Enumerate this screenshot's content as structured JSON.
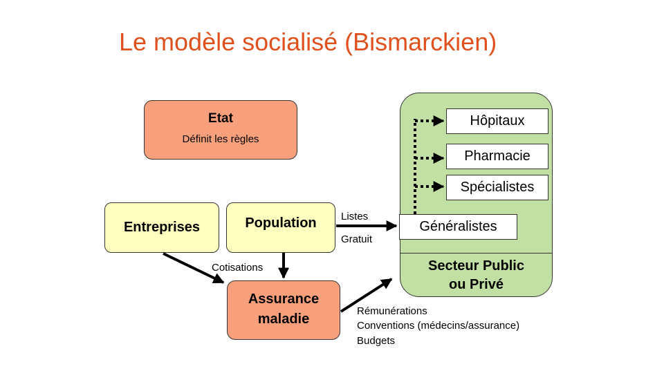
{
  "title": "Le modèle socialisé (Bismarckien)",
  "nodes": {
    "etat": {
      "title": "Etat",
      "subtitle": "Définit les règles"
    },
    "entreprises": "Entreprises",
    "population": "Population",
    "assurance": {
      "line1": "Assurance",
      "line2": "maladie"
    },
    "secteur": {
      "line1": "Secteur Public",
      "line2": "ou Privé"
    },
    "hopitaux": "Hôpitaux",
    "pharmacie": "Pharmacie",
    "specialistes": "Spécialistes",
    "generalistes": "Généralistes"
  },
  "labels": {
    "listes": "Listes",
    "gratuit": "Gratuit",
    "cotisations": "Cotisations",
    "remunerations": "Rémunérations",
    "conventions": "Conventions (médecins/assurance)",
    "budgets": "Budgets"
  },
  "colors": {
    "title": "#e0501c",
    "salmon": "#f8a07c",
    "yellow": "#ffffc0",
    "green": "#c2e0a4"
  }
}
